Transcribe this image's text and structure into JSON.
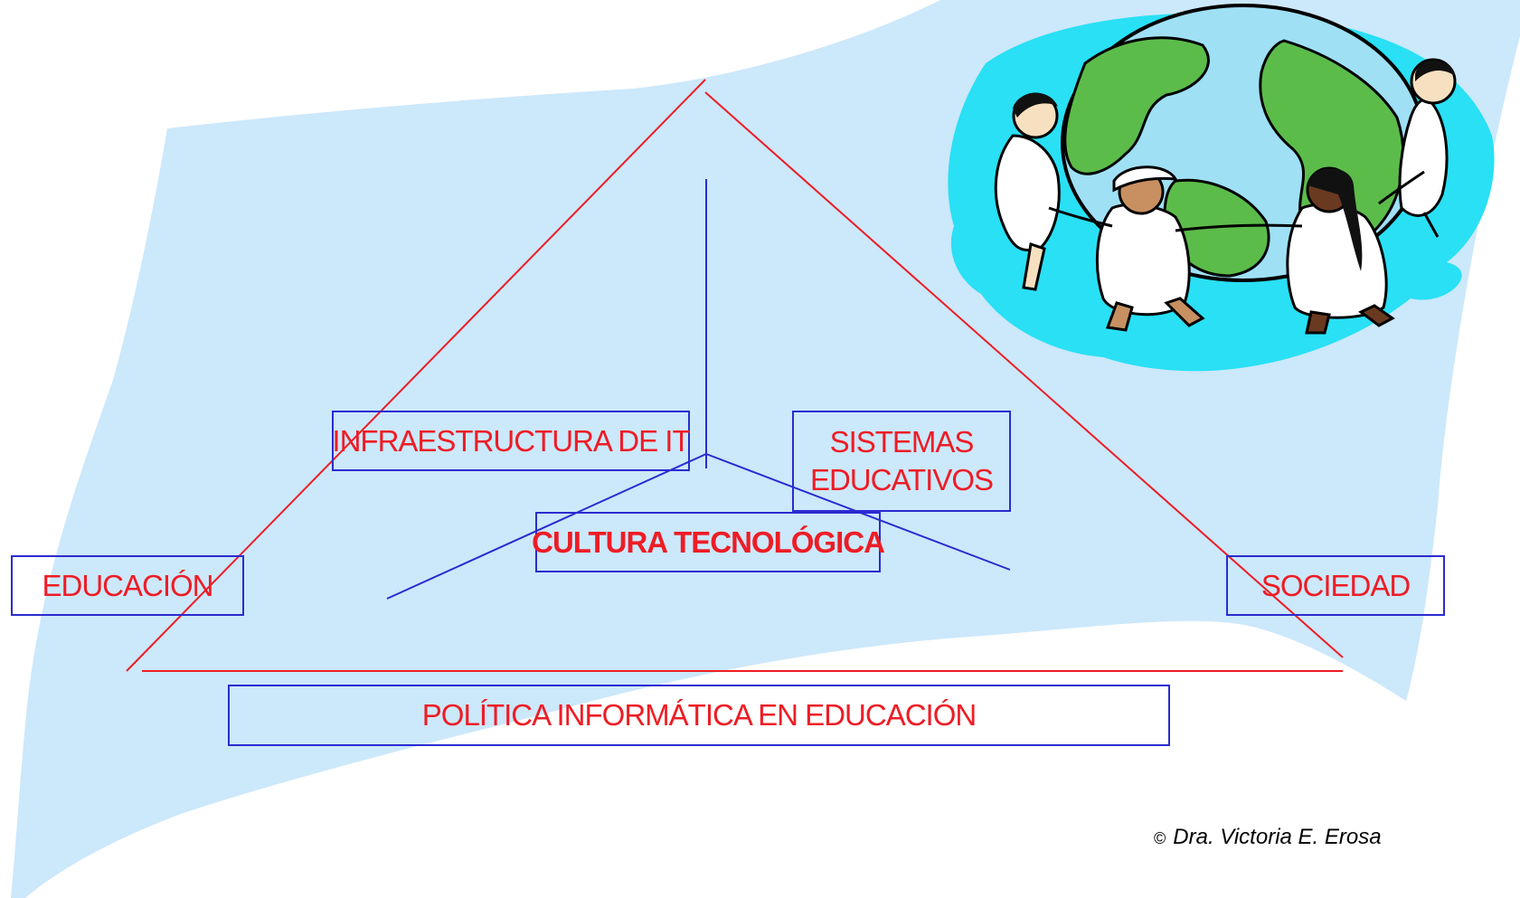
{
  "diagram": {
    "boxes": {
      "infraestructura": "INFRAESTRUCTURA DE IT",
      "sistemas_line1": "SISTEMAS",
      "sistemas_line2": "EDUCATIVOS",
      "cultura": "CULTURA TECNOLÓGICA",
      "educacion": "EDUCACIÓN",
      "sociedad": "SOCIEDAD",
      "politica": "POLÍTICA INFORMÁTICA EN EDUCACIÓN"
    },
    "colors": {
      "background_shape": "#cce8fb",
      "outer_lines": "#ee1c25",
      "inner_lines": "#2b2bd0",
      "box_border": "#2b2bd0",
      "box_text": "#ee1c25"
    }
  },
  "illustration": {
    "icon": "children-around-globe-icon",
    "colors": {
      "ocean": "#7fd3f2",
      "land": "#5cbc4a",
      "splash": "#29e0f5"
    }
  },
  "footer": {
    "copyright_symbol": "©",
    "author": "Dra. Victoria E. Erosa"
  }
}
